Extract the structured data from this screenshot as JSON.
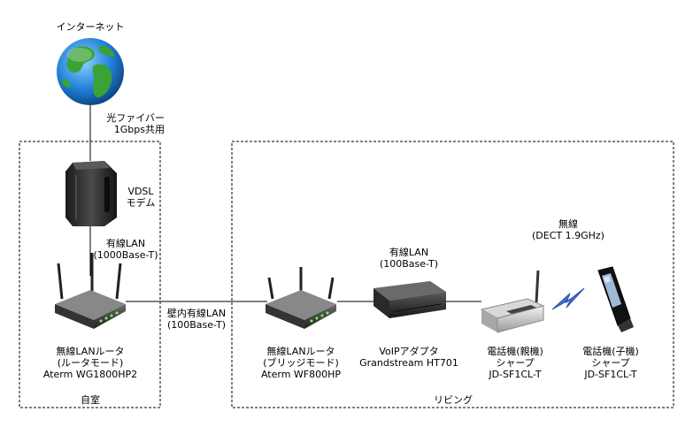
{
  "internet": {
    "label": "インターネット"
  },
  "fiber": {
    "line1": "光ファイバー",
    "line2": "1Gbps共用"
  },
  "vdsl": {
    "line1": "VDSL",
    "line2": "モデム"
  },
  "link_modem_router": {
    "line1": "有線LAN",
    "line2": "(1000Base-T)"
  },
  "router": {
    "line1": "無線LANルータ",
    "line2": "(ルータモード)",
    "line3": "Aterm WG1800HP2"
  },
  "wall_lan": {
    "line1": "壁内有線LAN",
    "line2": "(100Base-T)"
  },
  "bridge": {
    "line1": "無線LANルータ",
    "line2": "(ブリッジモード)",
    "line3": "Aterm WF800HP"
  },
  "link_bridge_voip": {
    "line1": "有線LAN",
    "line2": "(100Base-T)"
  },
  "voip": {
    "line1": "VoIPアダプタ",
    "line2": "Grandstream HT701"
  },
  "wireless": {
    "line1": "無線",
    "line2": "(DECT 1.9GHz)"
  },
  "base_phone": {
    "line1": "電話機(親機)",
    "line2": "シャープ",
    "line3": "JD-SF1CL-T"
  },
  "handset": {
    "line1": "電話機(子機)",
    "line2": "シャープ",
    "line3": "JD-SF1CL-T"
  },
  "zones": {
    "home": "自室",
    "living": "リビング"
  }
}
